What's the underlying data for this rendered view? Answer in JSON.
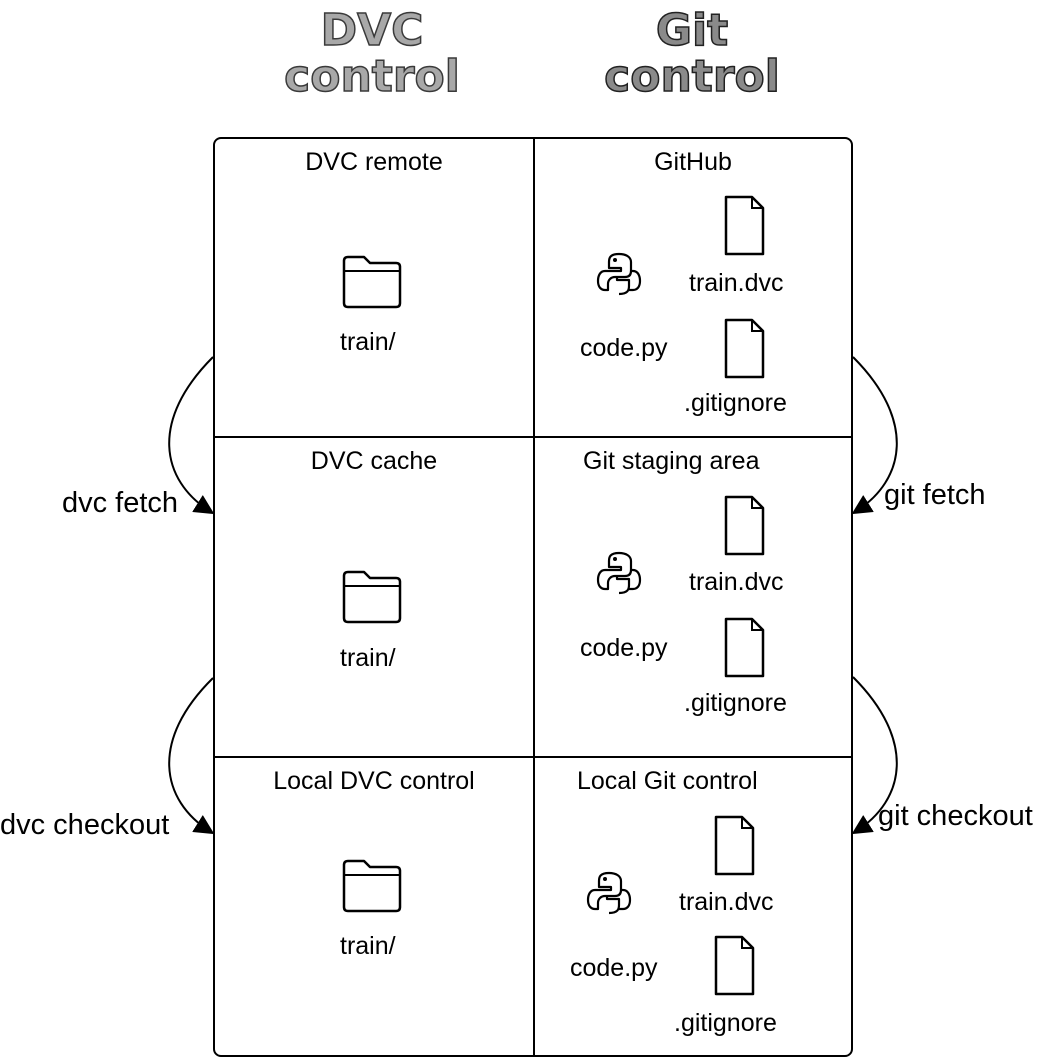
{
  "headers": {
    "dvc": [
      "DVC",
      "control"
    ],
    "git": [
      "Git",
      "control"
    ]
  },
  "levels": [
    {
      "dvc": {
        "title": "DVC remote",
        "folder": {
          "icon": "folder-icon",
          "label": "train/"
        }
      },
      "git": {
        "title": "GitHub",
        "files": {
          "code": "code.py",
          "dvc_file": "train.dvc",
          "gitignore": ".gitignore"
        }
      }
    },
    {
      "dvc": {
        "title": "DVC cache",
        "folder": {
          "icon": "folder-icon",
          "label": "train/"
        }
      },
      "git": {
        "title": "Git staging area",
        "files": {
          "code": "code.py",
          "dvc_file": "train.dvc",
          "gitignore": ".gitignore"
        }
      }
    },
    {
      "dvc": {
        "title": "Local DVC control",
        "folder": {
          "icon": "folder-icon",
          "label": "train/"
        }
      },
      "git": {
        "title": "Local Git control",
        "files": {
          "code": "code.py",
          "dvc_file": "train.dvc",
          "gitignore": ".gitignore"
        }
      }
    }
  ],
  "commands": {
    "dvc_fetch": "dvc fetch",
    "dvc_checkout": "dvc checkout",
    "git_fetch": "git fetch",
    "git_checkout": "git checkout"
  },
  "icons": {
    "python": "python-icon",
    "file": "file-icon",
    "folder": "folder-icon"
  }
}
